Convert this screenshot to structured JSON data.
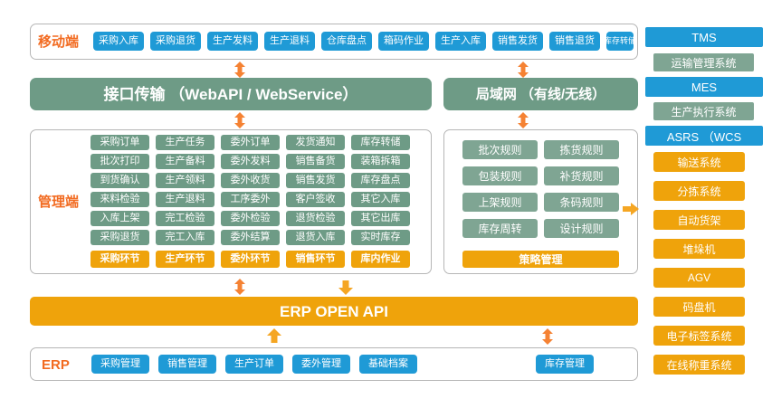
{
  "diagram": {
    "colors": {
      "blue": "#1F9AD6",
      "green": "#6E9B86",
      "green_light": "#7FA593",
      "orange": "#EFA30B",
      "accent_label": "#F26B21",
      "frame_border": "#B6B6B6",
      "background": "#FFFFFF"
    }
  },
  "mobile": {
    "label": "移动端",
    "items": [
      "采购入库",
      "采购退货",
      "生产发料",
      "生产退料",
      "仓库盘点",
      "箱码作业",
      "生产入库",
      "销售发货",
      "销售退货",
      "库存转储"
    ]
  },
  "transport": {
    "api_bar": "接口传输 （WebAPI / WebService）",
    "lan_bar": "局域网 （有线/无线）"
  },
  "management": {
    "label": "管理端",
    "columns": [
      {
        "footer": "采购环节",
        "items": [
          "采购订单",
          "批次打印",
          "到货确认",
          "来料检验",
          "入库上架",
          "采购退货"
        ]
      },
      {
        "footer": "生产环节",
        "items": [
          "生产任务",
          "生产备料",
          "生产领料",
          "生产退料",
          "完工检验",
          "完工入库"
        ]
      },
      {
        "footer": "委外环节",
        "items": [
          "委外订单",
          "委外发料",
          "委外收货",
          "工序委外",
          "委外检验",
          "委外结算"
        ]
      },
      {
        "footer": "销售环节",
        "items": [
          "发货通知",
          "销售备货",
          "销售发货",
          "客户签收",
          "退货检验",
          "退货入库"
        ]
      },
      {
        "footer": "库内作业",
        "items": [
          "库存转储",
          "装箱拆箱",
          "库存盘点",
          "其它入库",
          "其它出库",
          "实时库存"
        ]
      }
    ]
  },
  "rules": {
    "footer": "策略管理",
    "left_column": [
      "批次规则",
      "包装规则",
      "上架规则",
      "库存周转"
    ],
    "right_column": [
      "拣货规则",
      "补货规则",
      "条码规则",
      "设计规则"
    ]
  },
  "open_api": {
    "title": "ERP  OPEN API"
  },
  "erp": {
    "label": "ERP",
    "items": [
      "采购管理",
      "销售管理",
      "生产订单",
      "委外管理",
      "基础档案"
    ],
    "right_item": "库存管理"
  },
  "right_column": {
    "groups": [
      {
        "head": "TMS",
        "sub": "运输管理系统",
        "items": []
      },
      {
        "head": "MES",
        "sub": "生产执行系统",
        "items": []
      },
      {
        "head": "ASRS  （WCS",
        "sub": null,
        "items": [
          "输送系统",
          "分拣系统",
          "自动货架",
          "堆垛机",
          "AGV",
          "码盘机",
          "电子标签系统",
          "在线称重系统"
        ]
      }
    ]
  }
}
